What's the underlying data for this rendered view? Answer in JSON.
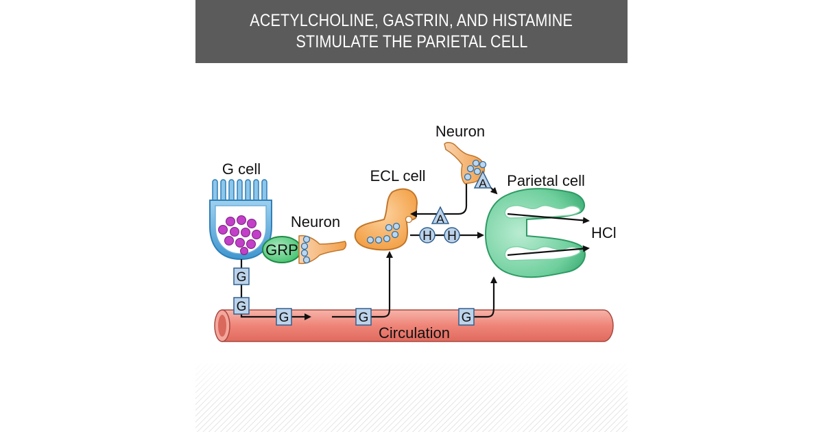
{
  "title": {
    "line1": "ACETYLCHOLINE, GASTRIN, AND HISTAMINE",
    "line2": "STIMULATE THE PARIETAL CELL"
  },
  "labels": {
    "g_cell": "G cell",
    "neuron_left": "Neuron",
    "neuron_top": "Neuron",
    "ecl_cell": "ECL cell",
    "parietal_cell": "Parietal cell",
    "hcl": "HCl",
    "circulation": "Circulation"
  },
  "markers": {
    "grp": "GRP",
    "gastrin": "G",
    "acetylcholine": "A",
    "histamine": "H"
  },
  "colors": {
    "banner": "#5b5b5b",
    "g_cell": "#4aa3d8",
    "granule": "#c23fc7",
    "grp": "#3fbf6a",
    "neuron": "#f2a14b",
    "ecl_cell": "#f29a3a",
    "parietal_cell": "#4fbf86",
    "vessel": "#ef8478",
    "marker_fill": "#bcd3ea"
  }
}
